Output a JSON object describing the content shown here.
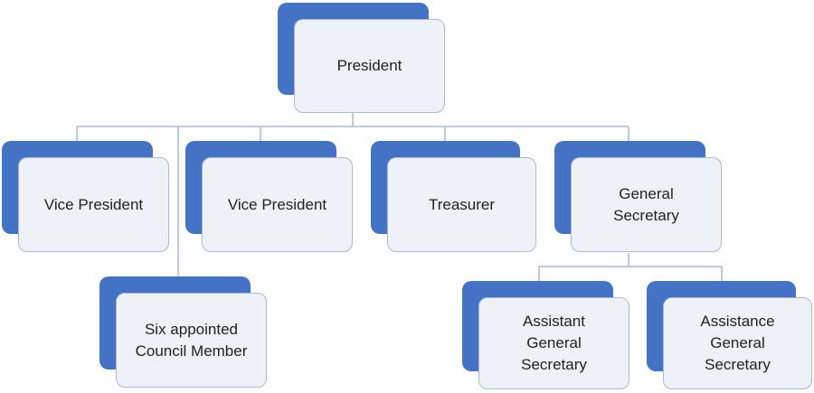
{
  "org_chart": {
    "nodes": {
      "president": "President",
      "vp1": "Vice President",
      "vp2": "Vice President",
      "treasurer": "Treasurer",
      "gensec": "General\nSecretary",
      "council": "Six appointed\nCouncil Member",
      "asst1": "Assistant\nGeneral\nSecretary",
      "asst2": "Assistance\nGeneral\nSecretary"
    }
  },
  "colors": {
    "accent": "#4472c4",
    "box_fill": "#eef1f8",
    "box_border": "#a9b9d6",
    "connector": "#a9b9d6"
  }
}
